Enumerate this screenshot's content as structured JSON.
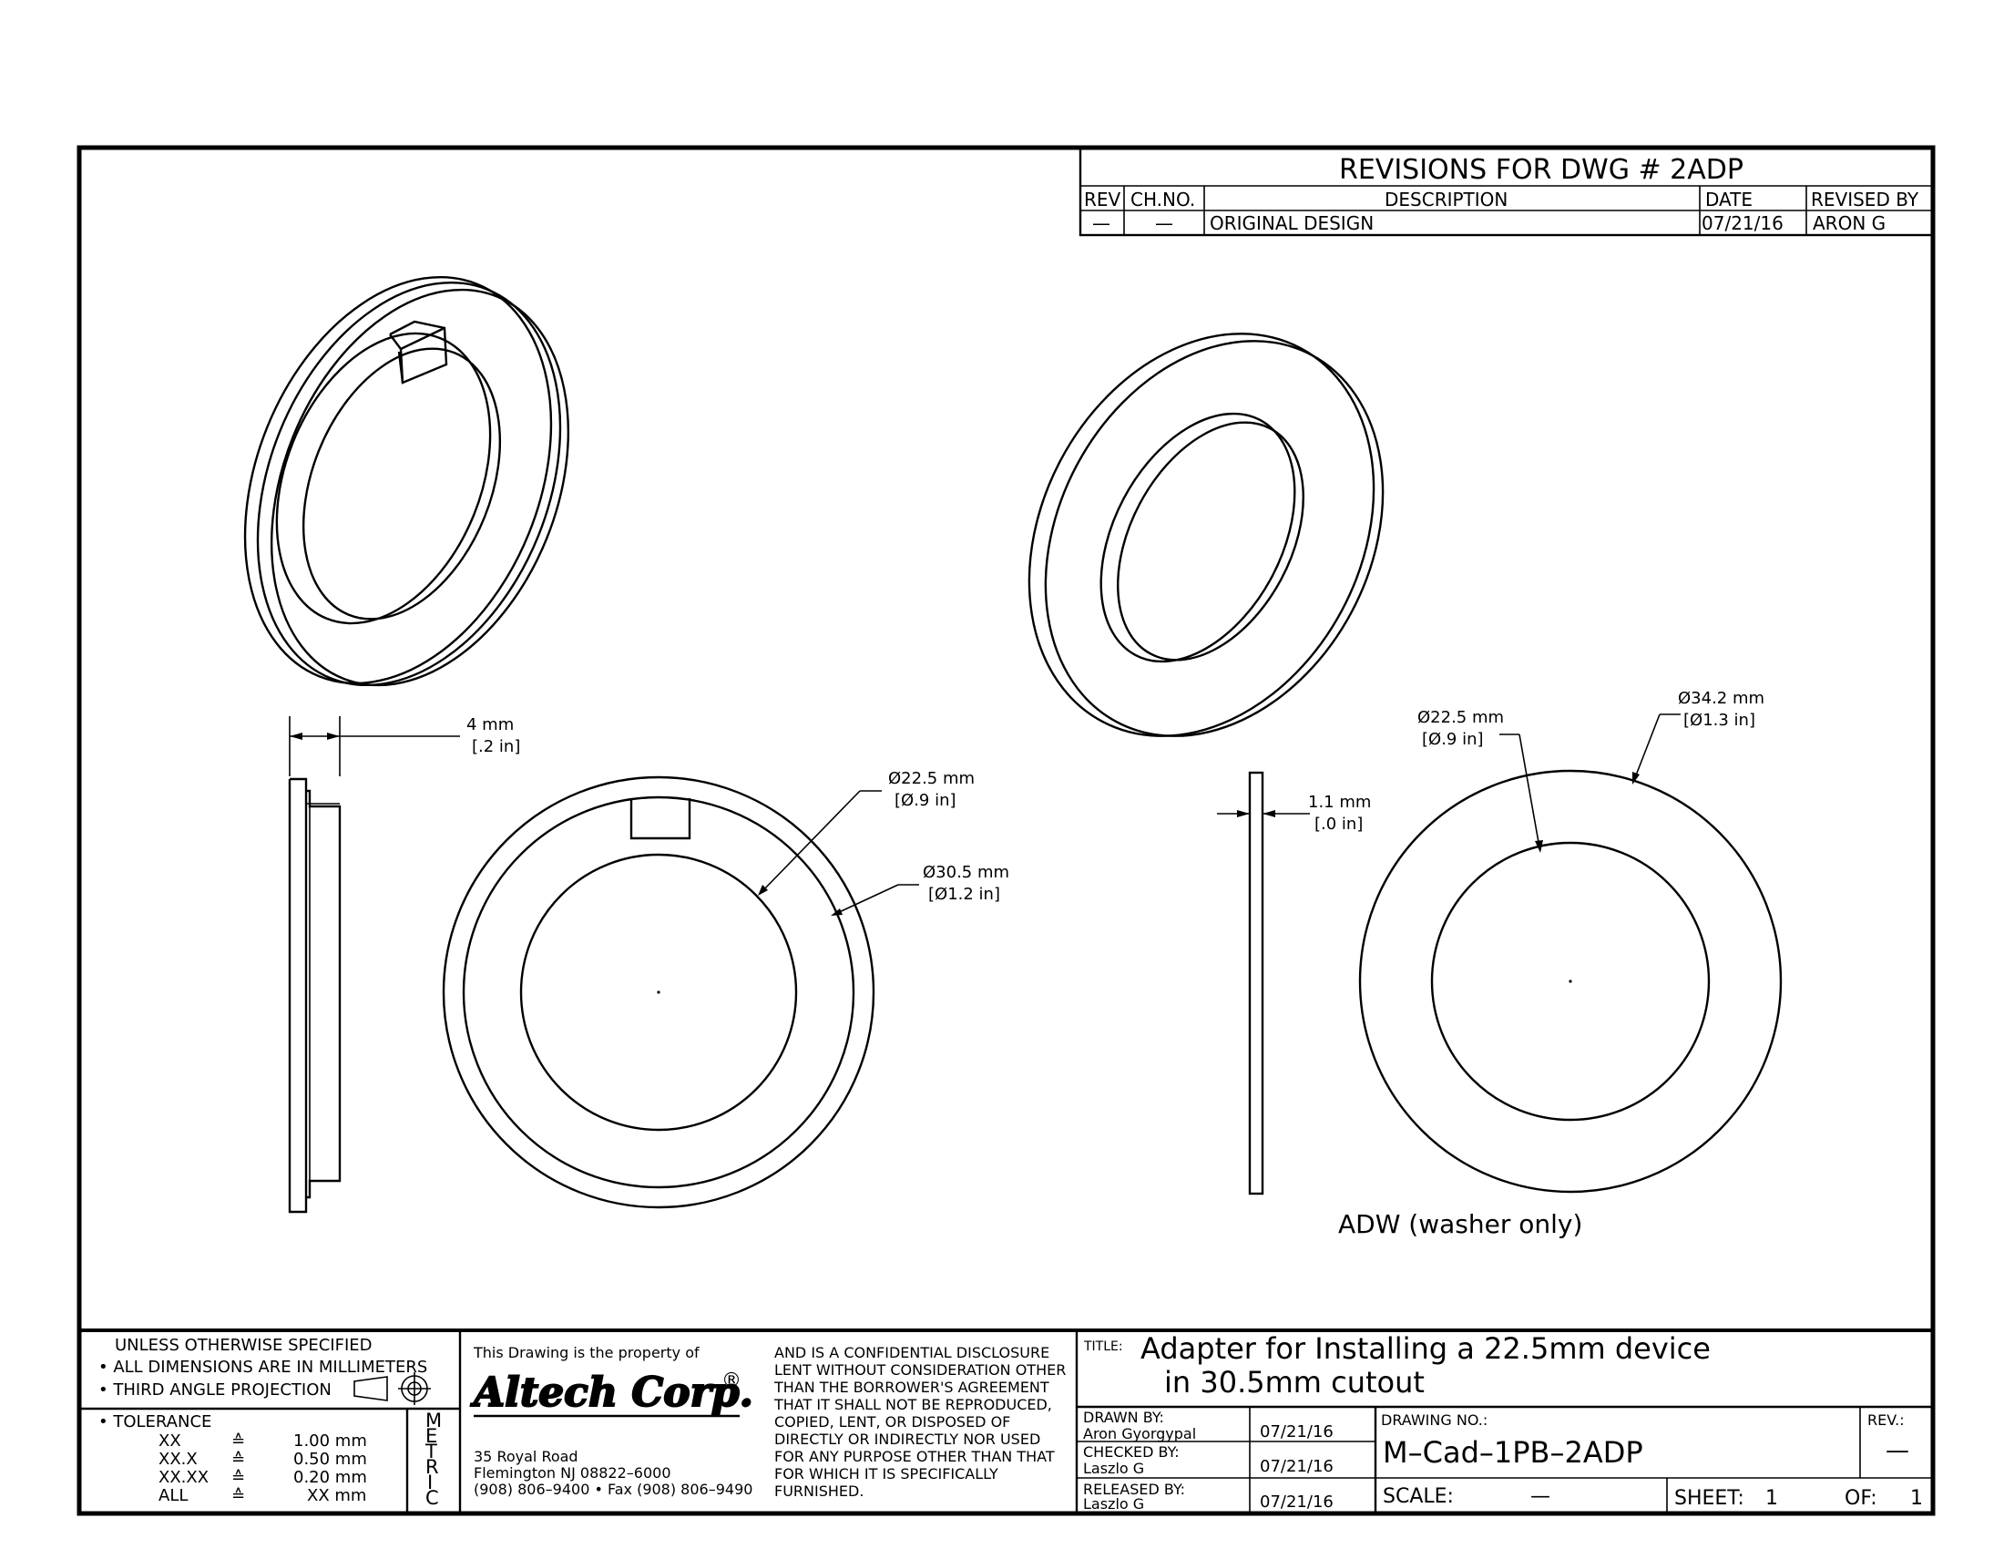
{
  "revisions": {
    "title": "REVISIONS  FOR  DWG  #  2ADP",
    "headers": {
      "rev": "REV",
      "chno": "CH.NO.",
      "description": "DESCRIPTION",
      "date": "DATE",
      "revised_by": "REVISED  BY"
    },
    "rows": [
      {
        "rev": "—",
        "chno": "—",
        "description": "ORIGINAL  DESIGN",
        "date": "07/21/16",
        "revised_by": "ARON  G"
      }
    ]
  },
  "views": {
    "adapter": {
      "thickness": {
        "mm": "4 mm",
        "in": "[.2 in]"
      },
      "inner_dia": {
        "mm": "Ø22.5 mm",
        "in": "[Ø.9 in]"
      },
      "outer_dia": {
        "mm": "Ø30.5 mm",
        "in": "[Ø1.2 in]"
      }
    },
    "washer": {
      "thickness": {
        "mm": "1.1 mm",
        "in": "[.0 in]"
      },
      "inner_dia": {
        "mm": "Ø22.5 mm",
        "in": "[Ø.9 in]"
      },
      "outer_dia": {
        "mm": "Ø34.2 mm",
        "in": "[Ø1.3 in]"
      },
      "caption": "ADW (washer only)"
    }
  },
  "title_block": {
    "notes": {
      "line1": "UNLESS  OTHERWISE  SPECIFIED",
      "line2": "• ALL  DIMENSIONS  ARE  IN  MILLIMETERS",
      "line3": "• THIRD  ANGLE  PROJECTION"
    },
    "tolerance": {
      "label": "• TOLERANCE",
      "rows": [
        {
          "key": "XX",
          "sym": "≙",
          "val": "1.00 mm"
        },
        {
          "key": "XX.X",
          "sym": "≙",
          "val": "0.50 mm"
        },
        {
          "key": "XX.XX",
          "sym": "≙",
          "val": "0.20 mm"
        },
        {
          "key": "ALL",
          "sym": "≙",
          "val": "XX mm"
        }
      ]
    },
    "metric": [
      "M",
      "E",
      "T",
      "R",
      "I",
      "C"
    ],
    "company": {
      "property_line": "This  Drawing  is  the  property  of",
      "logo": "Altech Corp.",
      "registered": "®",
      "address1": "35  Royal  Road",
      "address2": "Flemington  NJ  08822–6000",
      "phone": "(908)  806–9400 • Fax  (908)  806–9490"
    },
    "disclosure": [
      "AND  IS  A  CONFIDENTIAL  DISCLOSURE",
      "LENT  WITHOUT  CONSIDERATION  OTHER",
      "THAN  THE  BORROWER'S  AGREEMENT",
      "THAT  IT  SHALL  NOT  BE  REPRODUCED,",
      "COPIED,  LENT,  OR  DISPOSED  OF",
      "DIRECTLY  OR  INDIRECTLY  NOR  USED",
      "FOR  ANY  PURPOSE  OTHER  THAN  THAT",
      "FOR  WHICH  IT  IS  SPECIFICALLY",
      "FURNISHED."
    ],
    "title_label": "TITLE:",
    "title_line1": "Adapter  for  Installing  a  22.5mm  device",
    "title_line2": "in  30.5mm  cutout",
    "drawn_by_label": "DRAWN  BY:",
    "drawn_by": "Aron  Gyorgypal",
    "drawn_date": "07/21/16",
    "checked_by_label": "CHECKED  BY:",
    "checked_by": "Laszlo  G",
    "checked_date": "07/21/16",
    "released_by_label": "RELEASED  BY:",
    "released_by": "Laszlo  G",
    "released_date": "07/21/16",
    "drawing_no_label": "DRAWING  NO.:",
    "drawing_no": "M–Cad–1PB–2ADP",
    "rev_label": "REV.:",
    "rev": "—",
    "scale_label": "SCALE:",
    "scale": "—",
    "sheet_label": "SHEET:",
    "sheet": "1",
    "of_label": "OF:",
    "of": "1"
  }
}
